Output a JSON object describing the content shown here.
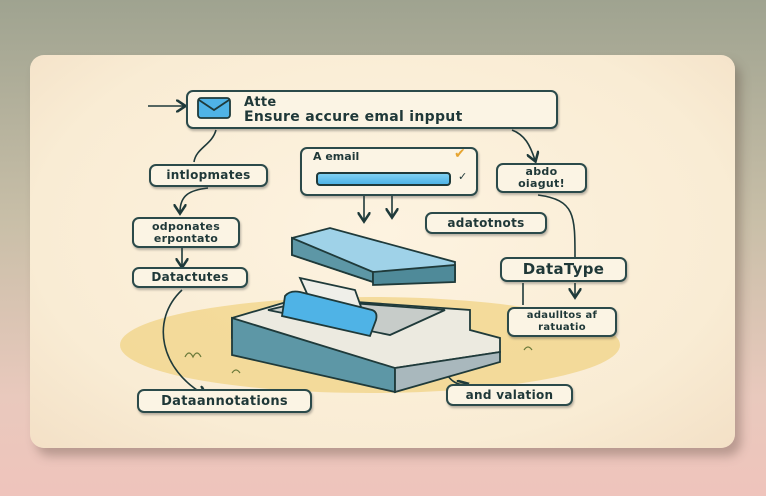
{
  "header": {
    "line1": "Atte",
    "line2": "Ensure accure emal inpput",
    "icon": "envelope-icon"
  },
  "email_form": {
    "label": "A email",
    "check_icon": "checkmark-icon"
  },
  "labels": {
    "intlopmates": "intlopmates",
    "odponates_1": "odponates",
    "odponates_2": "erpontato",
    "datactutes": "Datactutes",
    "adatotnots": "adatotnots",
    "abdo_1": "abdo",
    "abdo_2": "oiagut!",
    "datatype": "DataType",
    "adaulltos_1": "adaulltos af",
    "adaulltos_2": "ratuatio",
    "dataannotations": "Dataannotations",
    "and_valation": "and valation"
  },
  "colors": {
    "accent_blue": "#4fb3e6",
    "outline": "#2b4a4a",
    "block_teal": "#5d97a6",
    "sand": "#f0cf7a"
  }
}
